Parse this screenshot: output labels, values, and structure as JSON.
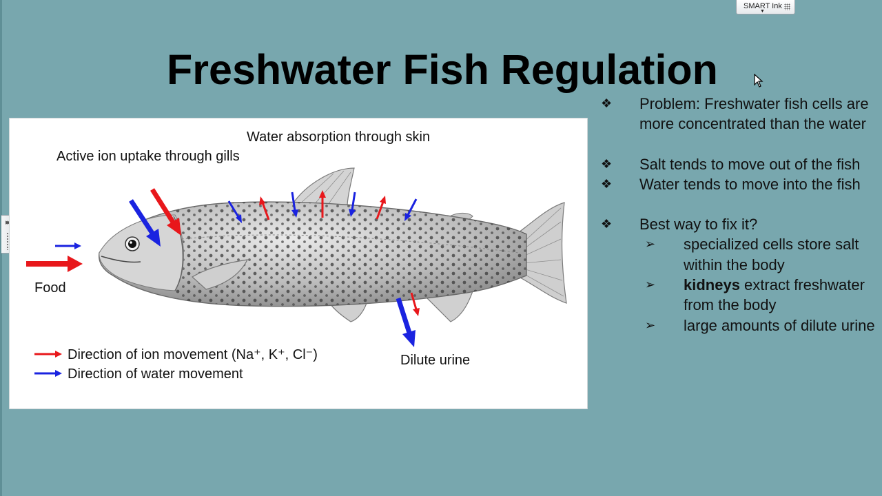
{
  "toolbar": {
    "smart_ink_label": "SMART Ink"
  },
  "slide": {
    "title": "Freshwater Fish Regulation",
    "figure": {
      "label_gills": "Active ion uptake through gills",
      "label_skin": "Water absorption through skin",
      "label_food": "Food",
      "label_urine": "Dilute urine",
      "legend_ion": "Direction of ion movement (Na⁺, K⁺, Cl⁻)",
      "legend_water": "Direction of water movement",
      "colors": {
        "ion": "#e8171b",
        "water": "#1a23e0"
      }
    },
    "bullets": {
      "b1": "Problem: Freshwater fish cells are more concentrated than the water",
      "b2": "Salt tends to move out of the fish",
      "b3": "Water tends to move into the fish",
      "b4": "Best way to fix it?",
      "s1": "specialized cells store salt within the body",
      "s2_bold": "kidneys",
      "s2_rest": " extract freshwater from the body",
      "s3": "large amounts of dilute urine"
    },
    "symbols": {
      "bullet": "❖",
      "sub_bullet": "➢"
    }
  }
}
